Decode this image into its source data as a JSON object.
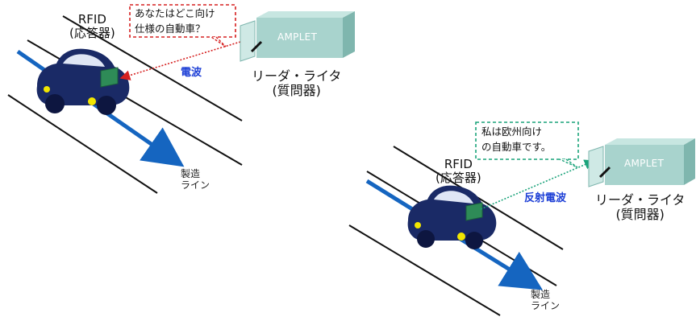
{
  "left_scene": {
    "tag_label": [
      "RFID",
      "(応答器)"
    ],
    "question_bubble": [
      "あなたはどこ向け",
      "仕様の自動車？"
    ],
    "wave_label": "電波",
    "reader_brand": "AMPLET",
    "reader_label": [
      "リーダ・ライタ",
      "(質問器)"
    ],
    "line_label": [
      "製造",
      "ライン"
    ]
  },
  "right_scene": {
    "tag_label": [
      "RFID",
      "(応答器)"
    ],
    "answer_bubble": [
      "私は欧州向け",
      "の自動車です。"
    ],
    "wave_label": "反射電波",
    "reader_brand": "AMPLET",
    "reader_label": [
      "リーダ・ライタ",
      "(質問器)"
    ],
    "line_label": [
      "製造",
      "ライン"
    ]
  },
  "colors": {
    "car_body": "#1a2a66",
    "headlight": "#f2e600",
    "rfid_tag": "#2e8b57",
    "reader_box": "#a8d3cd",
    "flow_arrow": "#1565c0",
    "question_wave": "#d62020",
    "answer_wave": "#1aa37a"
  }
}
